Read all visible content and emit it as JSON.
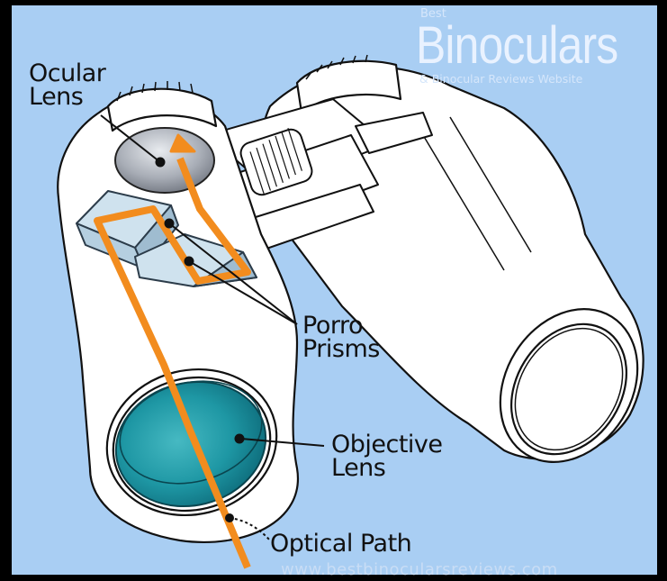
{
  "brand": {
    "small_top": "Best",
    "name": "Binoculars",
    "tagline": "& Binocular Reviews Website"
  },
  "labels": {
    "ocular_line1": "Ocular",
    "ocular_line2": "Lens",
    "porro_line1": "Porro",
    "porro_line2": "Prisms",
    "objective_line1": "Objective",
    "objective_line2": "Lens",
    "optical_path": "Optical Path"
  },
  "footer": {
    "url": "www.bestbinocularsreviews.com"
  },
  "colors": {
    "background_sky": "#a9cef3",
    "frame": "#000000",
    "optical_path": "#f28c1e",
    "objective_lens": "#1e9aa6",
    "ocular_lens": "#9aa0aa",
    "prism": "#c8dce9",
    "body": "#ffffff"
  }
}
